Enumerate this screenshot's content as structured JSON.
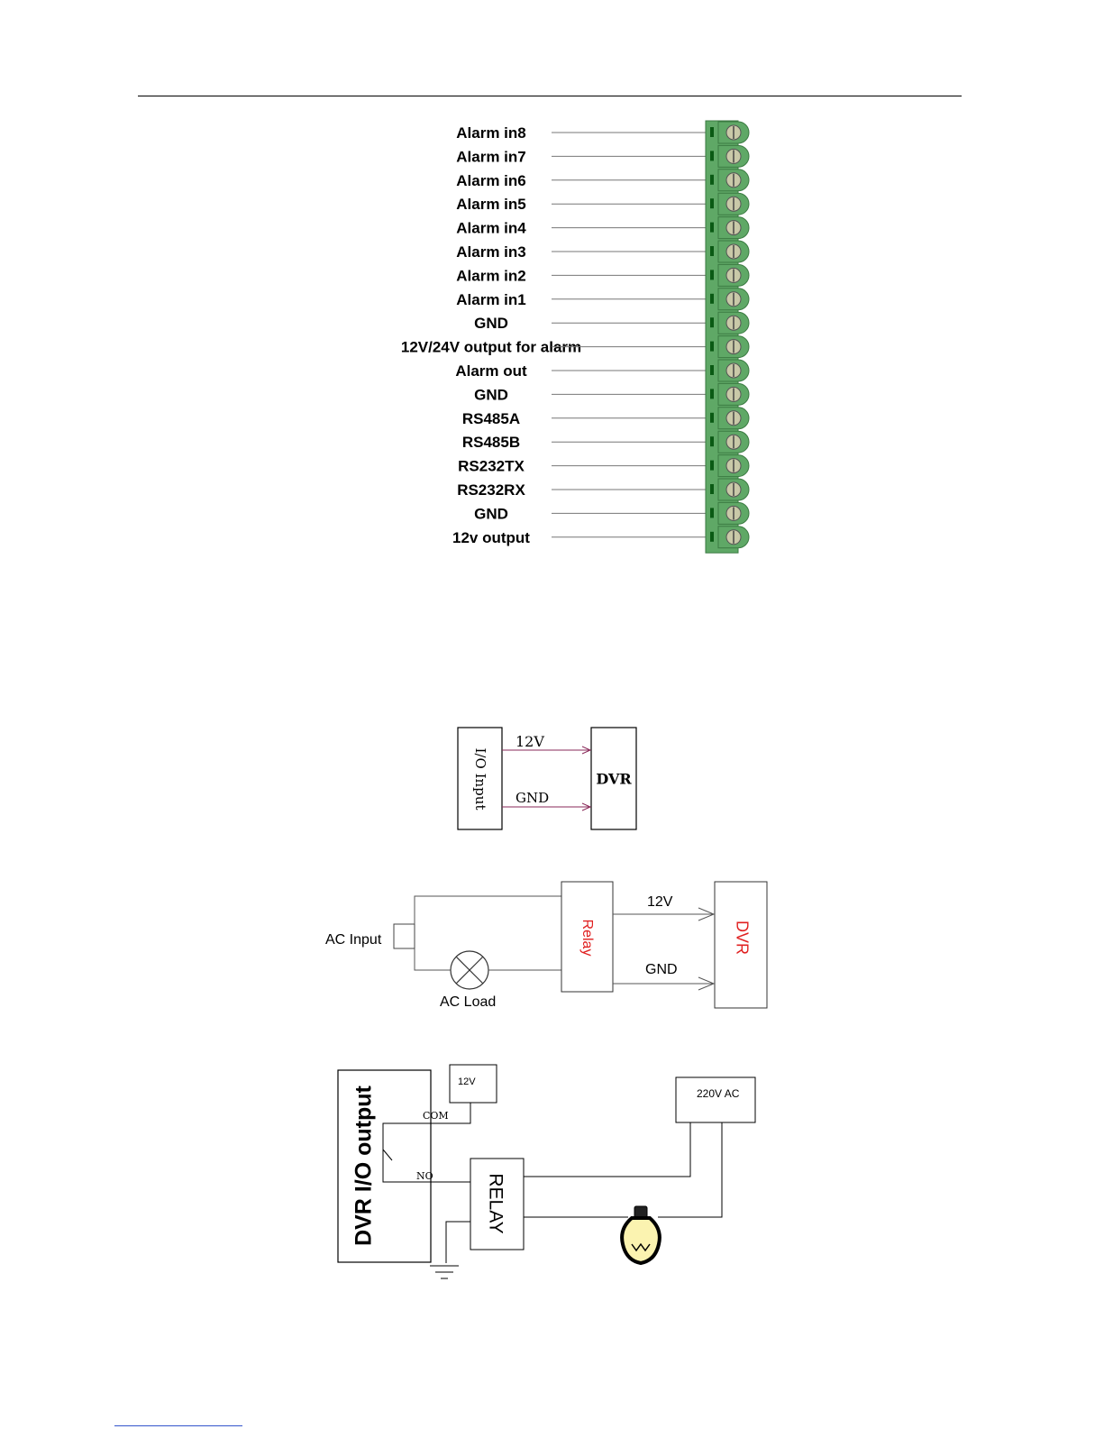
{
  "terminal": {
    "pins": [
      {
        "label": "Alarm in8"
      },
      {
        "label": "Alarm in7"
      },
      {
        "label": "Alarm in6"
      },
      {
        "label": "Alarm in5"
      },
      {
        "label": "Alarm in4"
      },
      {
        "label": "Alarm in3"
      },
      {
        "label": "Alarm in2"
      },
      {
        "label": "Alarm in1"
      },
      {
        "label": "GND"
      },
      {
        "label": "12V/24V output for alarm"
      },
      {
        "label": "Alarm out"
      },
      {
        "label": "GND"
      },
      {
        "label": "RS485A"
      },
      {
        "label": "RS485B"
      },
      {
        "label": "RS232TX"
      },
      {
        "label": "RS232RX"
      },
      {
        "label": "GND"
      },
      {
        "label": "12v output"
      }
    ],
    "colors": {
      "block": "#5fa866",
      "block_edge": "#3b7a42",
      "screw": "#c9c9a8",
      "slot": "#0a5a14"
    }
  },
  "io_input": {
    "source_label": "I/O Input",
    "wire_top_label": "12V",
    "wire_bottom_label": "GND",
    "target_label": "DVR",
    "wire_color": "#8a2a5a"
  },
  "relay_input": {
    "ac_input_label": "AC Input",
    "ac_load_label": "AC Load",
    "relay_label": "Relay",
    "wire_top_label": "12V",
    "wire_bottom_label": "GND",
    "target_label": "DVR",
    "accent": "#e02020"
  },
  "relay_output": {
    "dvr_label": "DVR I/O output",
    "supply_label": "12V",
    "com_label": "COM",
    "no_label": "NO",
    "relay_label": "RELAY",
    "mains_label": "220V AC",
    "bulb_color": "#fbf3b0"
  }
}
